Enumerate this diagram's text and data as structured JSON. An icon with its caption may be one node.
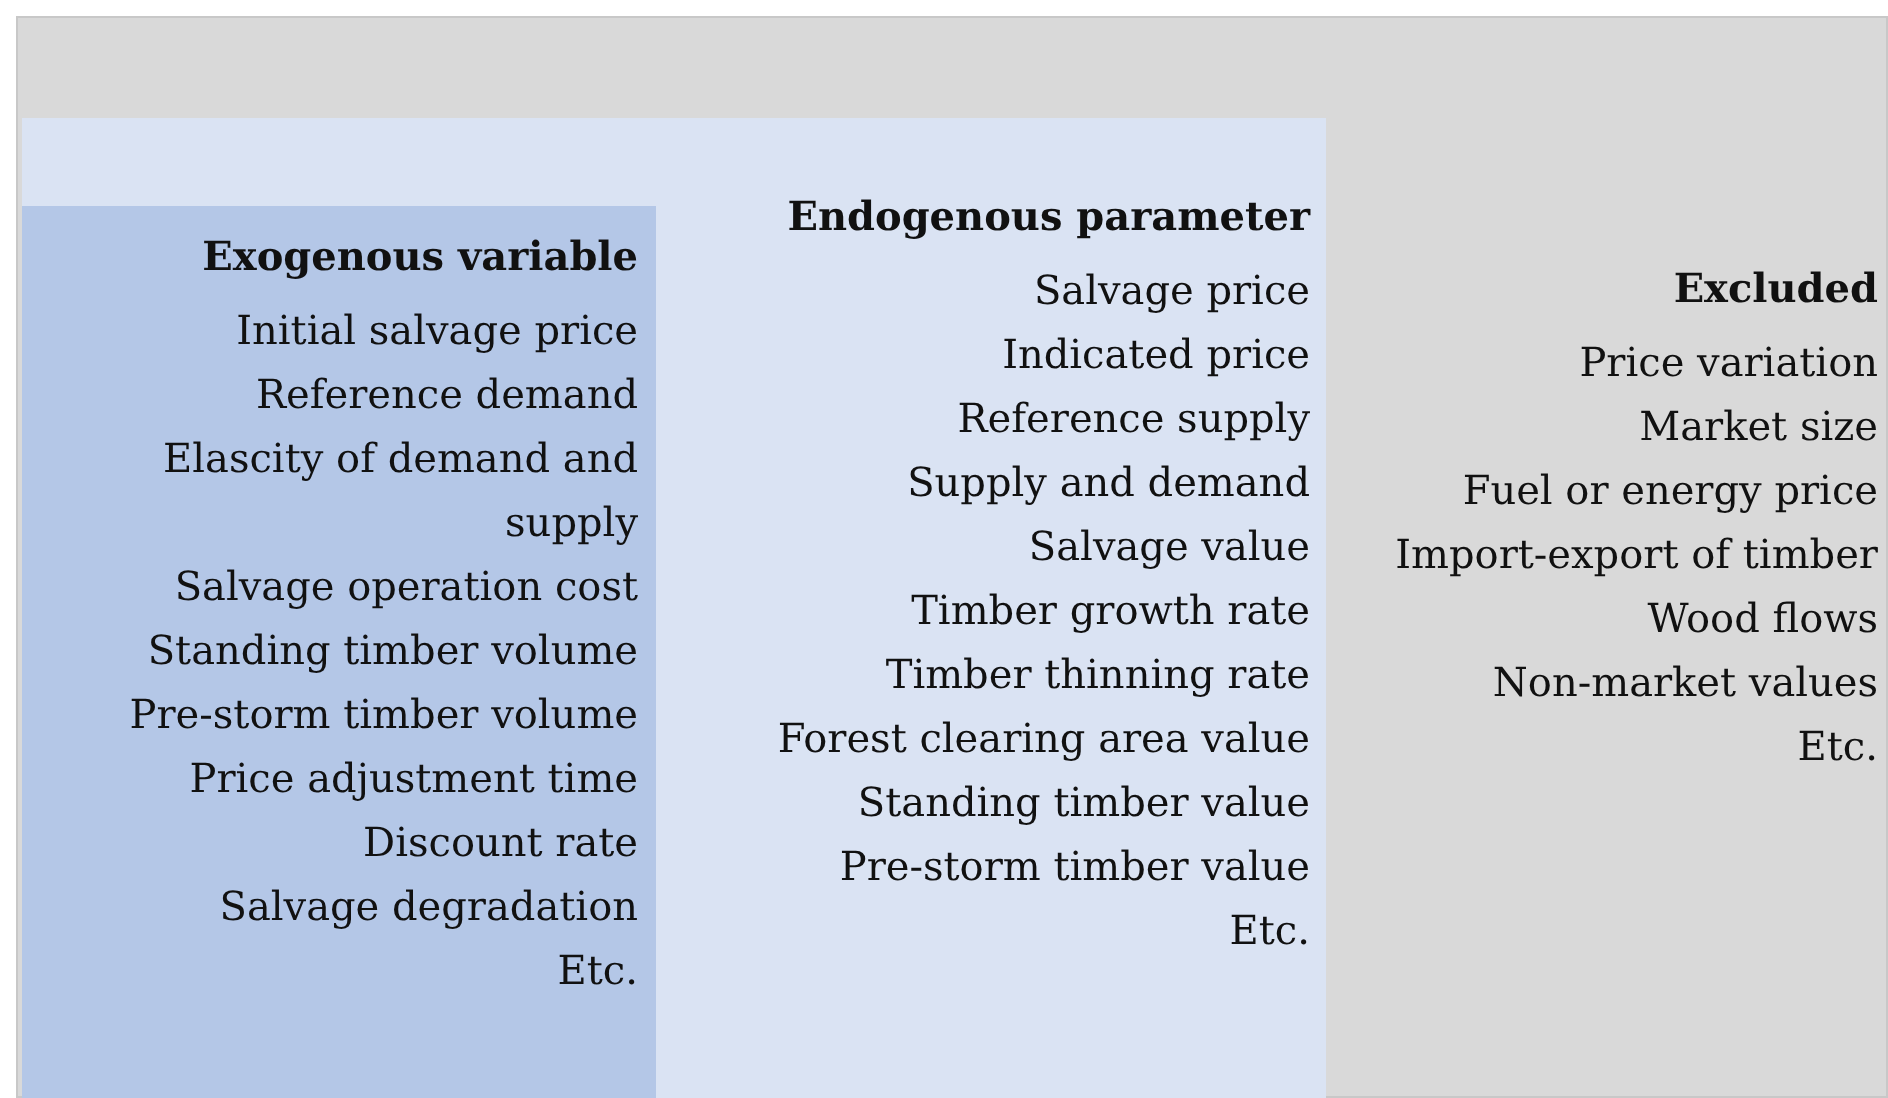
{
  "diagram": {
    "nodes": [
      {
        "text": [
          "Excluded",
          "Price variation",
          "Market size",
          "Fuel or energy price",
          "Import-export of timber",
          "Wood flows",
          "Non-market values",
          "Etc."
        ]
      },
      {
        "text": [
          "Endogenous parameter",
          "Salvage price",
          "Indicated price",
          "Reference supply",
          "Supply and demand",
          "Salvage value",
          "Timber growth rate",
          "Timber thinning rate",
          "Forest clearing area value",
          "Standing timber value",
          "Pre-storm timber value",
          "Etc."
        ],
        "in": 0
      },
      {
        "text": [
          "Exogenous variable",
          "Initial salvage price",
          "Reference demand",
          "Elascity of demand and supply",
          "Salvage operation cost",
          "Standing timber volume",
          "Pre-storm timber volume",
          "Price adjustment time",
          "Discount rate",
          "Salvage degradation",
          "Etc."
        ],
        "in": 1
      }
    ]
  }
}
